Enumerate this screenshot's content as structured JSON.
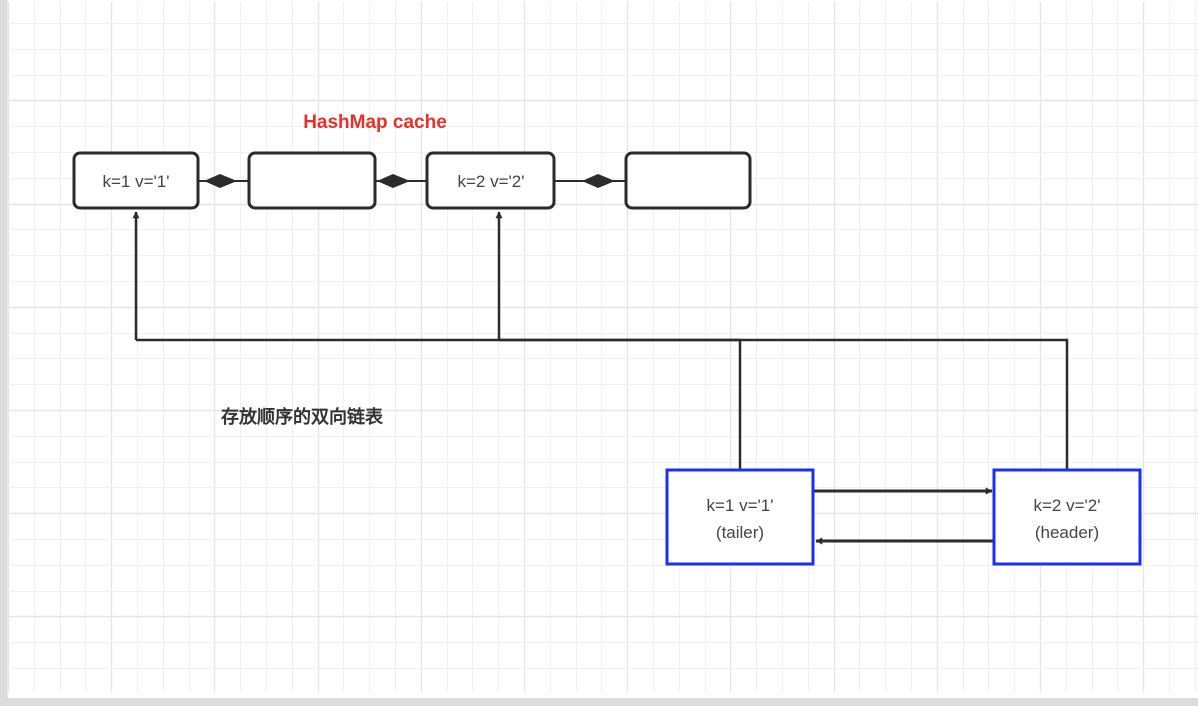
{
  "diagram": {
    "title": "HashMap cache",
    "title_color": "#e8302a",
    "list_caption": "存放顺序的双向链表",
    "colors": {
      "edge": "#2b2b2b",
      "map_node_border": "#2b2b2b",
      "list_node_border": "#1a2ff0",
      "grid_minor": "#f1f1f1",
      "grid_major": "#e6e6e6"
    },
    "hashmap_slots": [
      {
        "label": "k=1 v='1'"
      },
      {
        "label": ""
      },
      {
        "label": "k=2 v='2'"
      },
      {
        "label": ""
      }
    ],
    "linked_list_nodes": [
      {
        "line1": "k=1 v='1'",
        "line2": "(tailer)"
      },
      {
        "line1": "k=2 v='2'",
        "line2": "(header)"
      }
    ]
  }
}
